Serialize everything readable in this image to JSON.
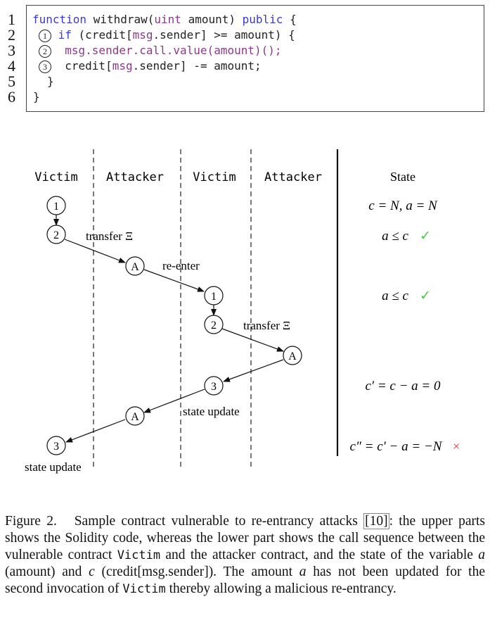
{
  "code": {
    "line_numbers": [
      "1",
      "2",
      "3",
      "4",
      "5",
      "6"
    ],
    "line1": {
      "kw_function": "function",
      "name": "withdraw(",
      "type": "uint",
      "rest": "amount) ",
      "kw_public": "public",
      "brace": "{"
    },
    "line2": {
      "circle": "1",
      "kw_if": "if",
      "rest_a": "(credit[",
      "msg": "msg",
      "rest_b": ".sender] >= amount) {"
    },
    "line3": {
      "circle": "2",
      "text": "msg.sender.call.value(amount)();"
    },
    "line4": {
      "circle": "3",
      "rest_a": "credit[",
      "msg": "msg",
      "rest_b": ".sender] -= amount;"
    },
    "line5": {
      "text": "}"
    },
    "line6": {
      "text": "}"
    }
  },
  "diagram": {
    "columns": [
      "Victim",
      "Attacker",
      "Victim",
      "Attacker"
    ],
    "state_header": "State",
    "node_labels": {
      "one": "1",
      "two": "2",
      "three": "3",
      "attacker": "A"
    },
    "edge_labels": {
      "transfer1": "transfer Ξ",
      "reenter": "re-enter",
      "transfer2": "transfer Ξ",
      "state_update1": "state update",
      "state_update2": "state update"
    },
    "states": {
      "s1": "c = N, a = N",
      "s2": "a ≤ c",
      "s3": "a ≤ c",
      "s4": "c′ = c − a = 0",
      "s5": "c″ = c′ − a = −N",
      "check": "✓",
      "cross": "×"
    },
    "colors": {
      "check": "#44cc44",
      "cross": "#dd3333",
      "keyword": "#3a3ad0",
      "type": "#8a3a8a"
    }
  },
  "caption": {
    "label": "Figure 2.",
    "p1": "Sample contract vulnerable to re-entrancy attacks ",
    "ref": "[10]",
    "p2": ": the upper parts shows the Solidity code, whereas the lower part shows the call sequence between the vulnerable contract ",
    "victim1": "Victim",
    "p3": " and the attacker contract, and the state of the variable ",
    "var_a": "a",
    "p4": " (amount) and ",
    "var_c": "c",
    "p5": " (credit[msg.sender]). The amount ",
    "var_a2": "a",
    "p6": " has not been updated for the second invocation of ",
    "victim2": "Victim",
    "p7": " thereby allowing a malicious re-entrancy."
  }
}
